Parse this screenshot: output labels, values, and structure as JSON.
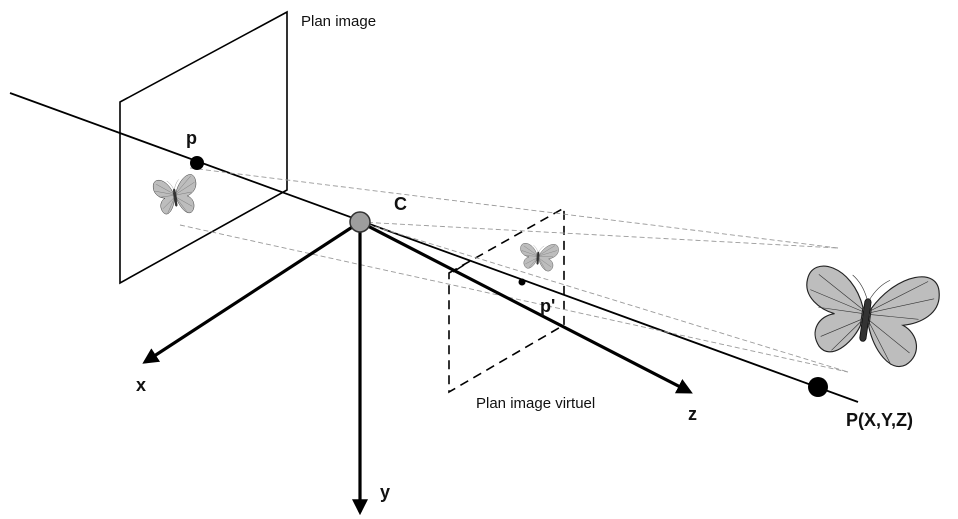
{
  "diagram": {
    "labels": {
      "plan_image": "Plan image",
      "plan_image_virtuel": "Plan image virtuel",
      "point_p": "p",
      "point_p_prime": "p'",
      "center_c": "C",
      "world_point": "P(X,Y,Z)",
      "axis_x": "x",
      "axis_y": "y",
      "axis_z": "z"
    },
    "colors": {
      "line": "#000000",
      "projection_ray": "#9a9a9a",
      "center_fill": "#9e9e9e",
      "butterfly_wing": "#bdbdbd"
    },
    "icons": [
      "butterfly-icon",
      "arrowhead-icon"
    ]
  }
}
